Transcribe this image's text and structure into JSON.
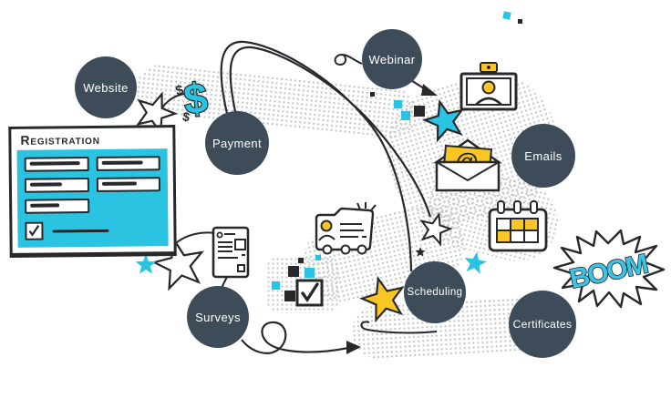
{
  "palette": {
    "node_bg": "#3e4c59",
    "node_text": "#ffffff",
    "cyan": "#2ac4e2",
    "yellow": "#f9c623",
    "ink": "#26282b",
    "dots": "#c5c8ca",
    "bg": "#ffffff"
  },
  "nodes": [
    {
      "id": "website",
      "label": "Website"
    },
    {
      "id": "payment",
      "label": "Payment"
    },
    {
      "id": "webinar",
      "label": "Webinar"
    },
    {
      "id": "emails",
      "label": "Emails"
    },
    {
      "id": "scheduling",
      "label": "Scheduling"
    },
    {
      "id": "surveys",
      "label": "Surveys"
    },
    {
      "id": "certificates",
      "label": "Certificates"
    }
  ],
  "registration": {
    "title": "Registration",
    "field_count": 5,
    "checkbox_checked": true
  },
  "symbols": {
    "dollar_big": "$",
    "dollar_small": "$",
    "at_sign": "@"
  },
  "boom": {
    "text": "BOOM"
  },
  "icons": [
    "dollar-icon",
    "webcam-icon",
    "envelope-at-icon",
    "calendar-icon",
    "badge-icon",
    "document-icon",
    "checkbox-icon",
    "heart-icon",
    "star-icon",
    "boom-burst"
  ]
}
